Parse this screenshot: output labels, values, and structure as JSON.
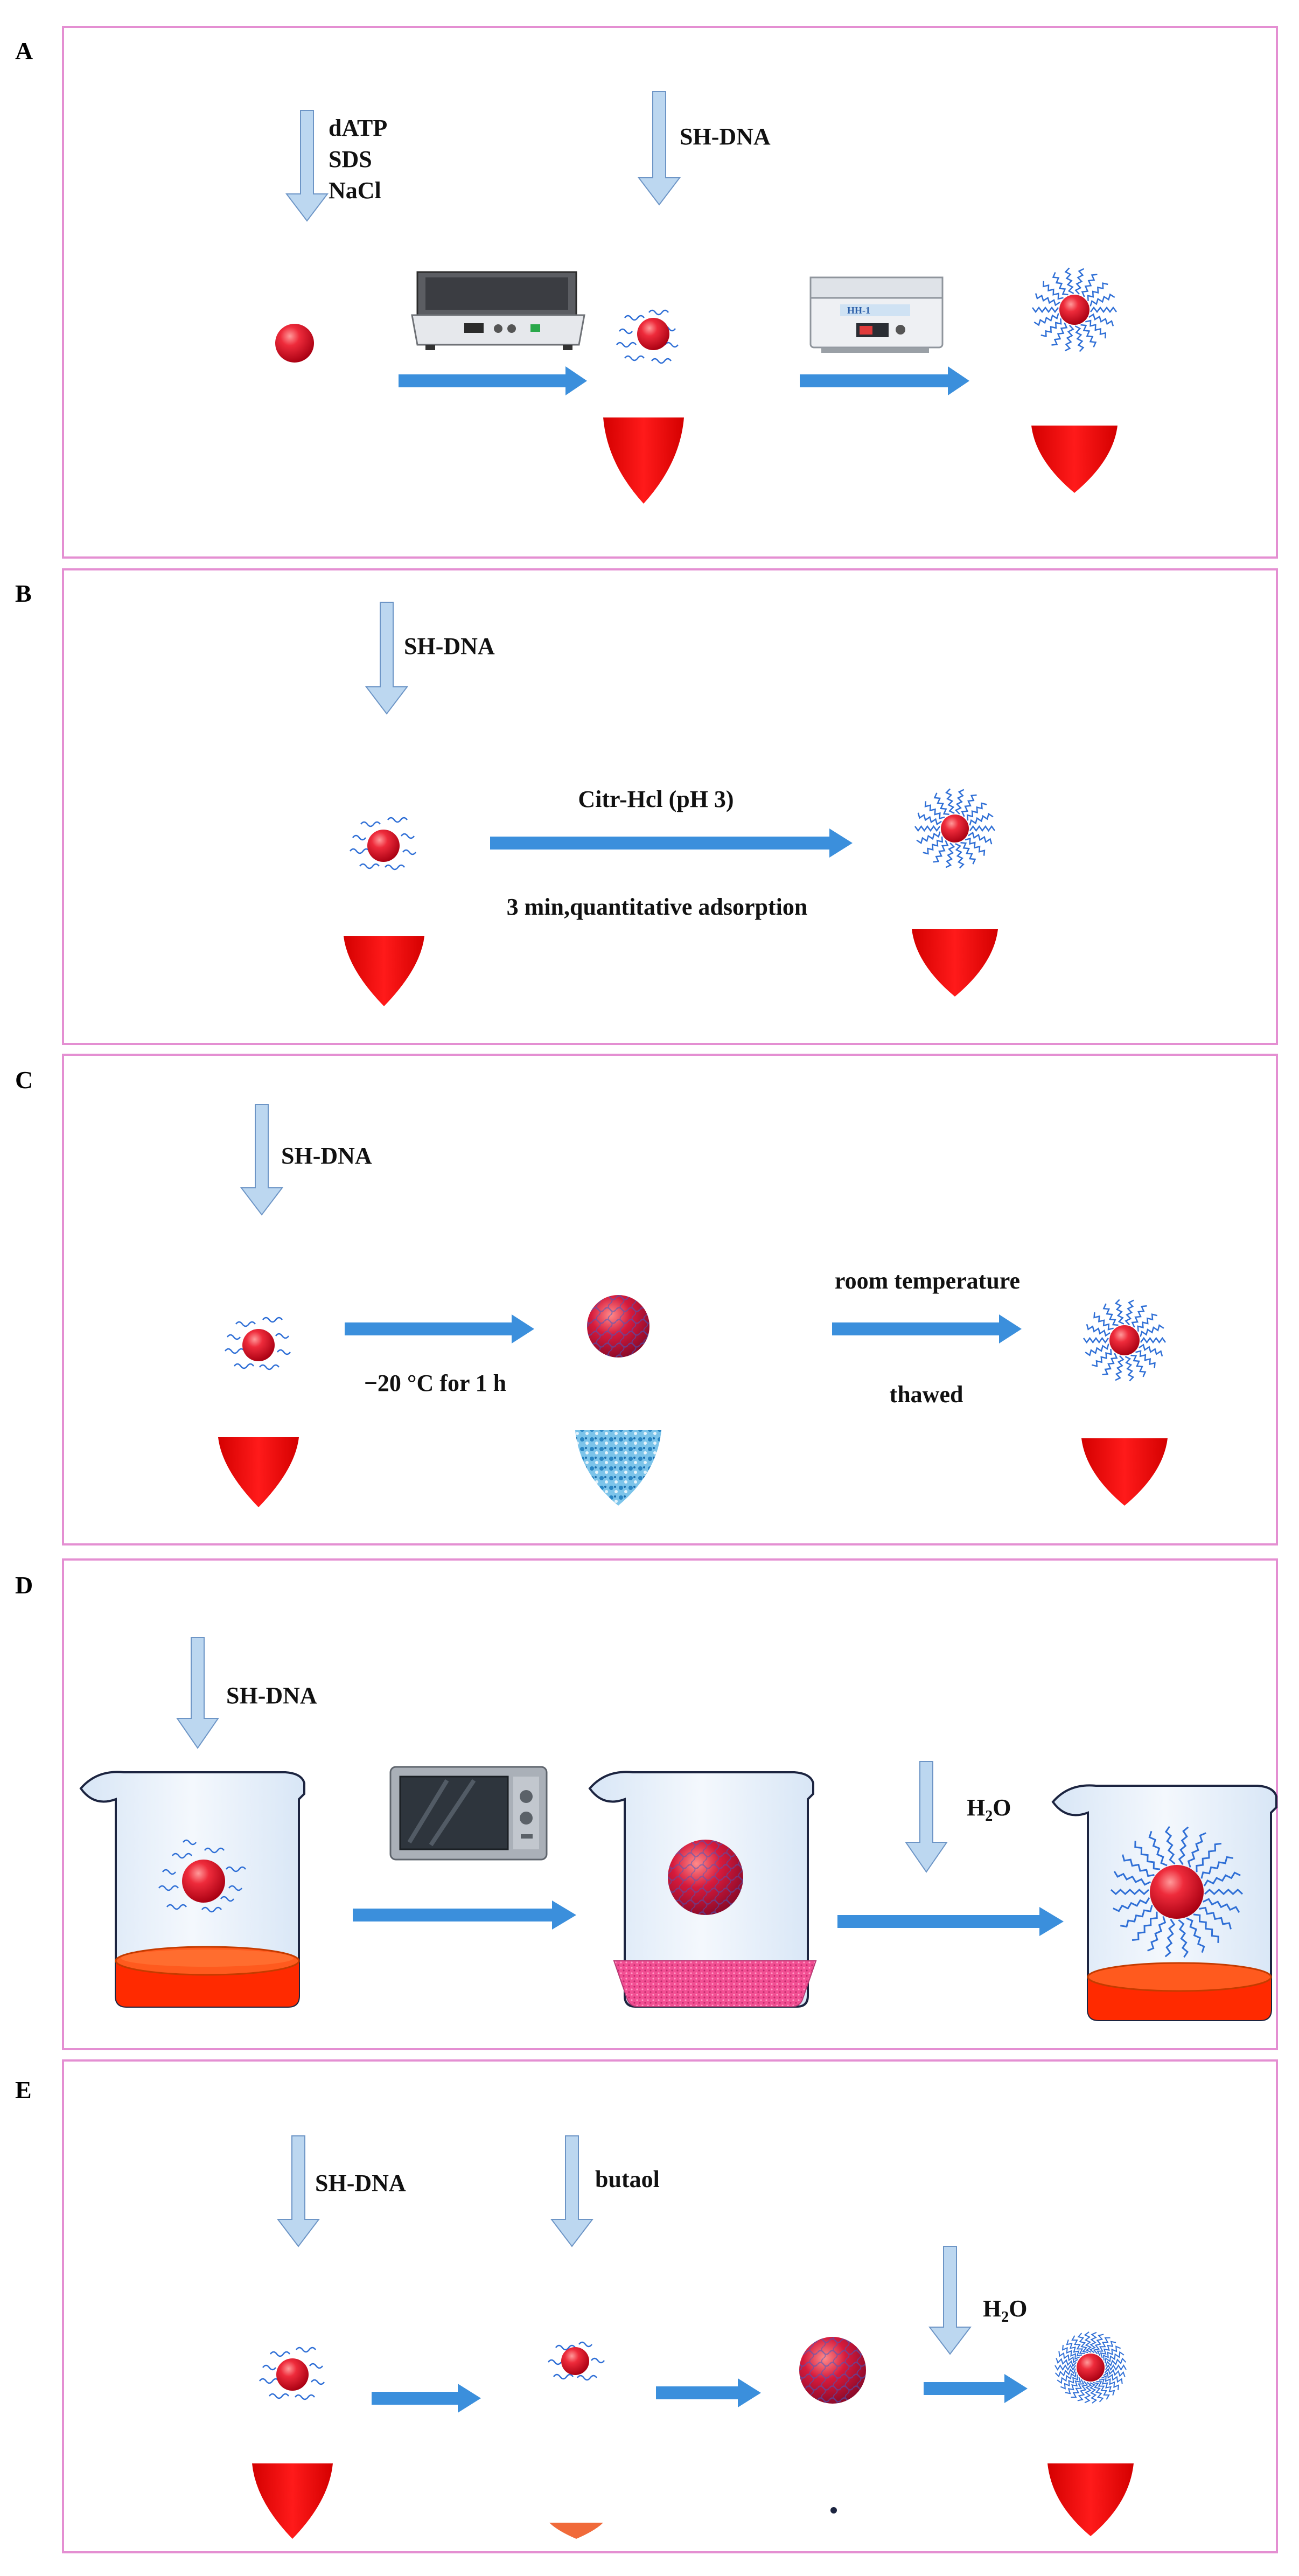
{
  "panels": [
    {
      "letter": "A"
    },
    {
      "letter": "B"
    },
    {
      "letter": "C"
    },
    {
      "letter": "D"
    },
    {
      "letter": "E"
    }
  ],
  "labels": {
    "a_reagents": "dATP\nSDS\nNaCl",
    "a_shdna": "SH-DNA",
    "a_shaker_display": "----- ------- -----",
    "a_bath_display": "HH-1",
    "b_shdna": "SH-DNA",
    "b_buffer": "Citr-Hcl (pH 3)",
    "b_time": "3 min,quantitative adsorption",
    "c_shdna": "SH-DNA",
    "c_freeze": "−20 °C for 1 h",
    "c_room": "room temperature",
    "c_thawed": "thawed",
    "d_shdna": "SH-DNA",
    "d_water_main": "H",
    "d_water_sub": "2",
    "d_water_end": "O",
    "e_shdna": "SH-DNA",
    "e_butanol": "butaol",
    "e_water_main": "H",
    "e_water_sub": "2",
    "e_water_end": "O"
  },
  "colors": {
    "frame": "#e48fd2",
    "arrow": "#3b8fdc",
    "down_arrow": "#bcd7f0",
    "tube_fill": "#e9f1fb",
    "liquid": "#ff0000",
    "particle": "#e3192e",
    "dna": "#2f6fd6",
    "beaker_liquid": "#ff3300",
    "ice": "#4aa3d8"
  }
}
